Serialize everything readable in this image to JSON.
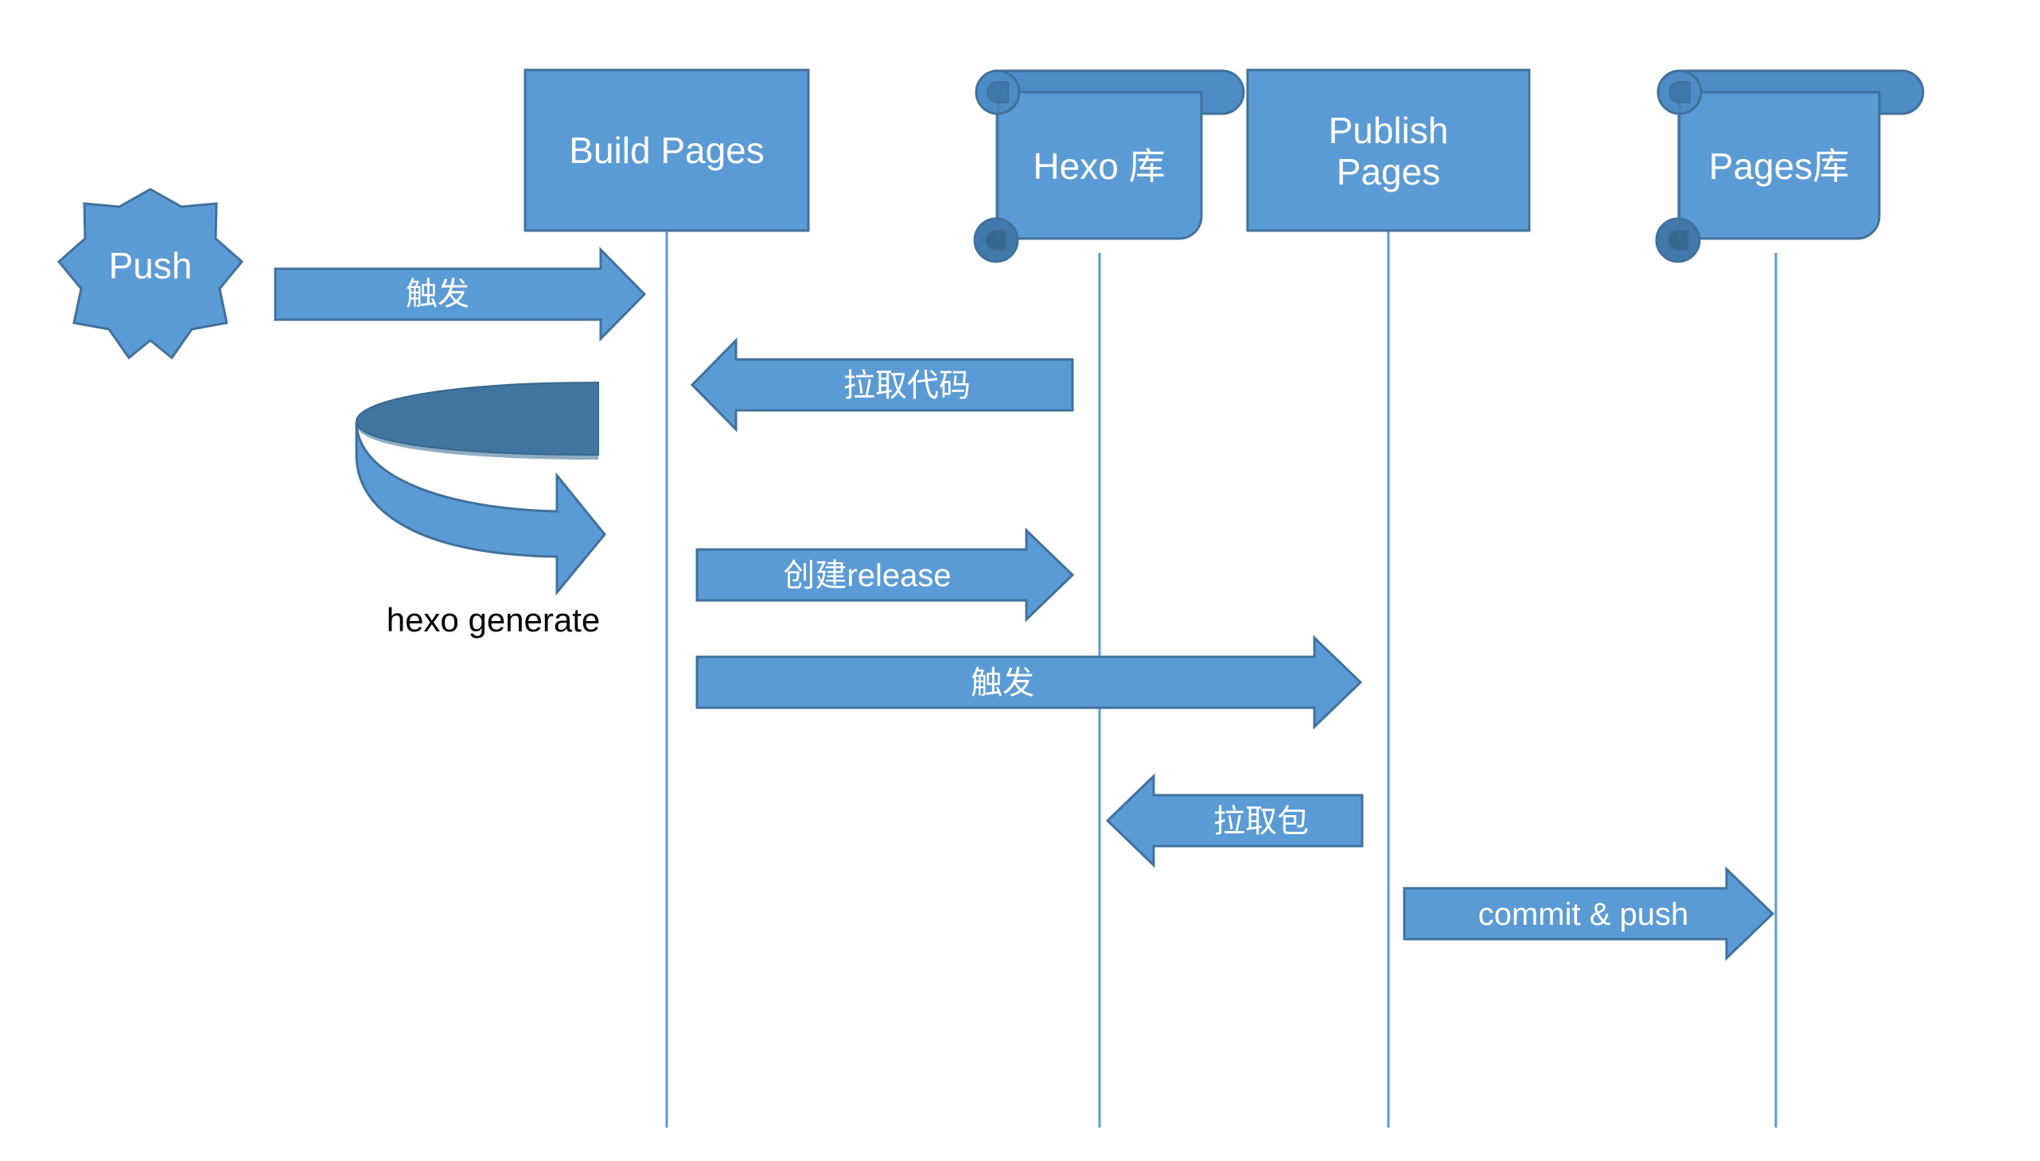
{
  "diagram": {
    "title": "Hexo Pages CI/CD Sequence Diagram",
    "type": "sequence-diagram",
    "background": "#ffffff",
    "colors": {
      "fill": "#5B9BD5",
      "fill_dark": "#41759F",
      "stroke": "#41719C",
      "lifeline": "#5B9BD5",
      "text_light": "#ffffff",
      "text_dark": "#000000"
    },
    "actors": [
      {
        "id": "push",
        "label": "Push",
        "shape": "star-10",
        "has_lifeline": false
      },
      {
        "id": "build-pages",
        "label": "Build Pages",
        "shape": "rectangle",
        "has_lifeline": true
      },
      {
        "id": "hexo-repo",
        "label": "Hexo 库",
        "shape": "scroll",
        "has_lifeline": true
      },
      {
        "id": "publish-pages",
        "label": "Publish\nPages",
        "shape": "rectangle",
        "has_lifeline": true
      },
      {
        "id": "pages-repo",
        "label": "Pages库",
        "shape": "scroll",
        "has_lifeline": true
      }
    ],
    "messages": [
      {
        "id": "msg-trigger-build",
        "label": "触发",
        "from": "push",
        "to": "build-pages",
        "direction": "right"
      },
      {
        "id": "msg-pull-code",
        "label": "拉取代码",
        "from": "hexo-repo",
        "to": "build-pages",
        "direction": "left"
      },
      {
        "id": "msg-create-release",
        "label": "创建release",
        "from": "build-pages",
        "to": "hexo-repo",
        "direction": "right"
      },
      {
        "id": "msg-trigger-publish",
        "label": "触发",
        "from": "build-pages",
        "to": "publish-pages",
        "direction": "right"
      },
      {
        "id": "msg-pull-package",
        "label": "拉取包",
        "from": "publish-pages",
        "to": "hexo-repo",
        "direction": "left"
      },
      {
        "id": "msg-commit-push",
        "label": "commit & push",
        "from": "publish-pages",
        "to": "pages-repo",
        "direction": "right"
      }
    ],
    "self_loop": {
      "id": "loop-hexo-generate",
      "label": "hexo generate",
      "shape": "curved-u-arrow",
      "on": "build-pages"
    }
  }
}
